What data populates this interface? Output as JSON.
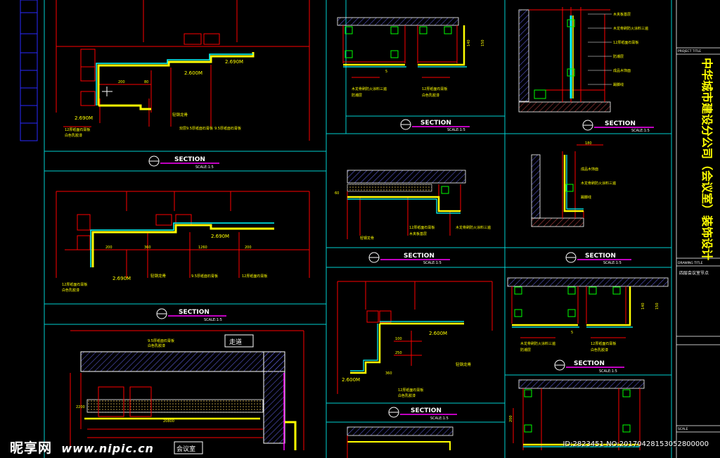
{
  "labels": {
    "section": "SECTION",
    "scale": "SCALE:1:5",
    "elev_2600": "2.600M",
    "elev_2690": "2.690M",
    "room_meeting": "会议室",
    "room_corridor": "走道",
    "project_title": "PROJECT TITLE",
    "drawing_title": "DRAWING TITLE",
    "scale_label": "SCALE",
    "drawing_name": "四层会议室节点",
    "project_name_vertical": "中华城市建设分公司（会议室）装饰设计"
  },
  "notes": {
    "n1": "木龙骨刷防火涂料三遍",
    "n2": "12厚纸面石膏板",
    "n3": "白色乳胶漆",
    "n4": "轻钢龙骨",
    "n5": "9.5厚纸面石膏板",
    "n6": "双层9.5厚纸面石膏板",
    "n7": "木夹板基层",
    "n8": "防潮层",
    "n9": "成品木饰面",
    "n10": "踢脚线"
  },
  "dims": {
    "d1": "150",
    "d2": "140",
    "d3": "200",
    "d4": "80",
    "d5": "1260",
    "d6": "60",
    "d7": "5",
    "d8": "360",
    "d9": "180",
    "d10": "100",
    "d11": "250",
    "d12": "20800",
    "d13": "2200"
  },
  "watermark": {
    "logo": "昵享网",
    "url": "www.nipic.cn",
    "ids": "ID:2823451 NO:20170428153052800000"
  }
}
